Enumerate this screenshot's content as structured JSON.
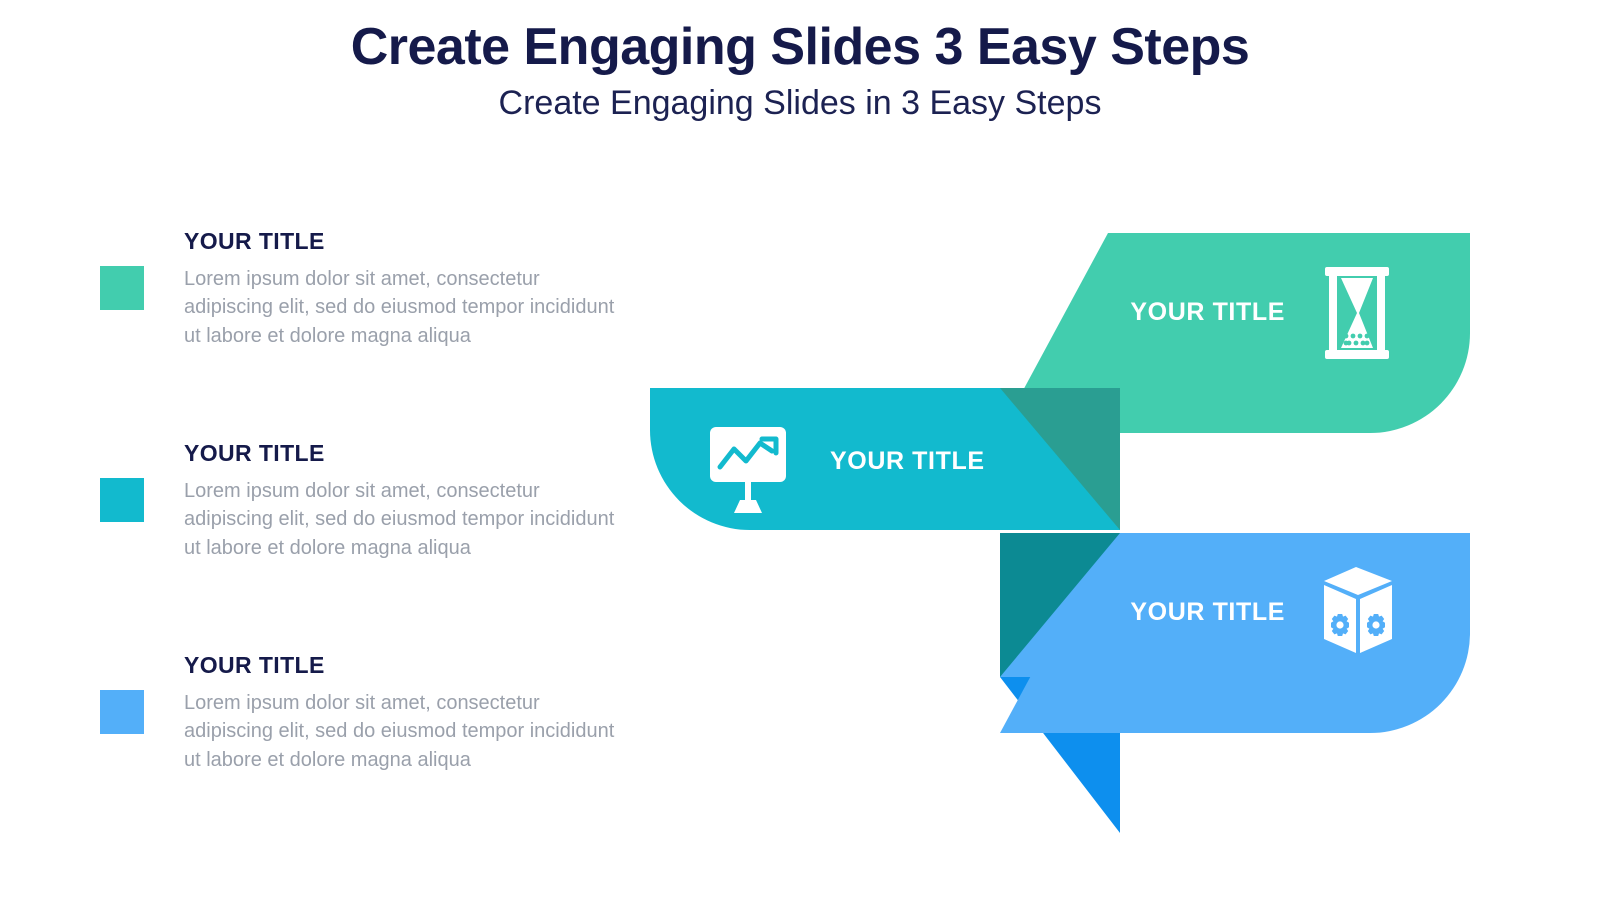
{
  "header": {
    "title": "Create Engaging Slides 3 Easy Steps",
    "subtitle": "Create Engaging Slides in 3 Easy Steps"
  },
  "colors": {
    "title": "#151A4A",
    "subtitle": "#1C2252",
    "body_text": "#9AA0AB",
    "green": "#42CDAE",
    "teal": "#12BACE",
    "blue": "#53AFF9",
    "green_teal_overlap": "#2A9E92",
    "teal_blue_overlap": "#0C8A93",
    "blue_tail": "#0D8FEE",
    "band_label": "#FFFFFF",
    "background": "#FFFFFF"
  },
  "legend": {
    "items": [
      {
        "swatch_color": "#42CDAE",
        "title": "YOUR TITLE",
        "description": "Lorem ipsum dolor sit amet, consectetur adipiscing elit, sed do eiusmod tempor incididunt ut labore et dolore magna aliqua"
      },
      {
        "swatch_color": "#12BACE",
        "title": "YOUR TITLE",
        "description": "Lorem ipsum dolor sit amet, consectetur adipiscing elit, sed do eiusmod tempor incididunt ut labore et dolore magna aliqua"
      },
      {
        "swatch_color": "#53AFF9",
        "title": "YOUR TITLE",
        "description": "Lorem ipsum dolor sit amet, consectetur adipiscing elit, sed do eiusmod tempor incididunt ut labore et dolore magna aliqua"
      }
    ]
  },
  "diagram": {
    "bands": [
      {
        "id": "band-green",
        "label": "YOUR TITLE",
        "color": "#42CDAE",
        "icon": "hourglass-icon",
        "direction": "right"
      },
      {
        "id": "band-teal",
        "label": "YOUR TITLE",
        "color": "#12BACE",
        "icon": "monitor-chart-icon",
        "direction": "left"
      },
      {
        "id": "band-blue",
        "label": "YOUR TITLE",
        "color": "#53AFF9",
        "icon": "cube-gears-icon",
        "direction": "right"
      }
    ]
  }
}
